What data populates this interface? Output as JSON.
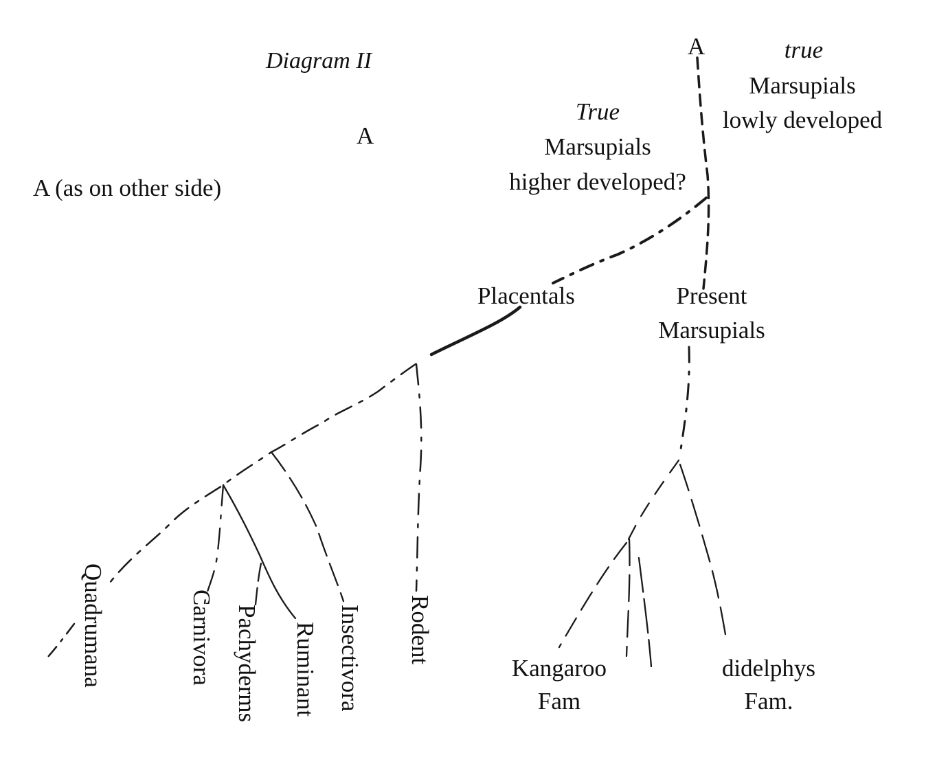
{
  "title": "Diagram II",
  "top_labels": {
    "center_a": "A",
    "side_note": "A (as on other side)",
    "right_a": "A"
  },
  "upper_branches": {
    "higher": {
      "qualifier": "True",
      "line1": "Marsupials",
      "line2": "higher developed?"
    },
    "lowly": {
      "qualifier": "true",
      "line1": "Marsupials",
      "line2": "lowly developed"
    }
  },
  "groups": {
    "placentals": "Placentals",
    "present_marsupials": {
      "line1": "Present",
      "line2": "Marsupials"
    }
  },
  "placental_leaves": [
    "Quadrumana",
    "Carnivora",
    "Pachyderms",
    "Ruminant",
    "Insectivora",
    "Rodent"
  ],
  "marsupial_leaves": {
    "kangaroo": {
      "line1": "Kangaroo",
      "line2": "Fam"
    },
    "didelphys": {
      "line1": "didelphys",
      "line2": "Fam."
    }
  },
  "line_color": "#1a1a1a"
}
